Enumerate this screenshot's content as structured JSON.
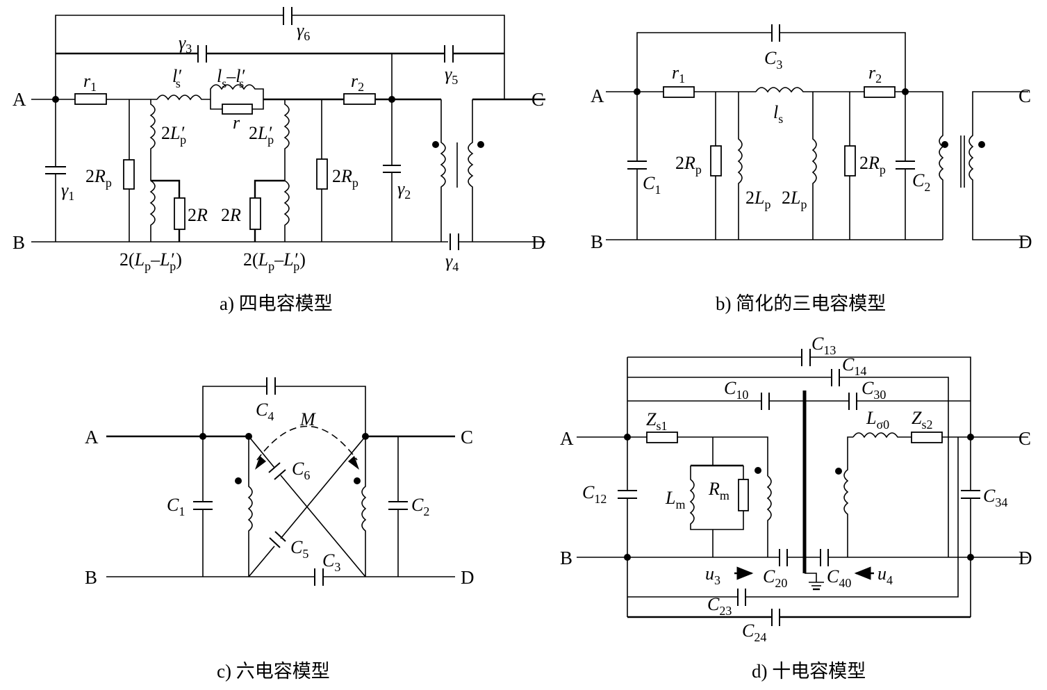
{
  "panels": {
    "a": {
      "caption": "a) 四电容模型",
      "terminals": {
        "A": "A",
        "B": "B",
        "C": "C",
        "D": "D"
      },
      "labels": {
        "gamma1": {
          "base": "γ",
          "sub": "1"
        },
        "gamma2": {
          "base": "γ",
          "sub": "2"
        },
        "gamma3": {
          "base": "γ",
          "sub": "3"
        },
        "gamma4": {
          "base": "γ",
          "sub": "4"
        },
        "gamma5": {
          "base": "γ",
          "sub": "5"
        },
        "gamma6": {
          "base": "γ",
          "sub": "6"
        },
        "r1": {
          "base": "r",
          "sub": "1"
        },
        "r2": {
          "base": "r",
          "sub": "2"
        },
        "r": "r",
        "ls_prime": {
          "base": "l′",
          "sub": "s"
        },
        "ls_minus": {
          "a": "l",
          "asub": "s",
          "dash": "–",
          "b": "l′",
          "bsub": "s"
        },
        "Lp_prime_left": {
          "pre": "2",
          "base": "L′",
          "sub": "p"
        },
        "Lp_prime_right": {
          "pre": "2",
          "base": "L′",
          "sub": "p"
        },
        "Rp_left": {
          "pre": "2",
          "base": "R",
          "sub": "p"
        },
        "Rp_right": {
          "pre": "2",
          "base": "R",
          "sub": "p"
        },
        "R_left": {
          "pre": "2",
          "base": "R"
        },
        "R_right": {
          "pre": "2",
          "base": "R"
        },
        "diff_left": {
          "pre": "2(",
          "a": "L",
          "asub": "p",
          "dash": "–",
          "b": "L′",
          "bsub": "p",
          "post": ")"
        },
        "diff_right": {
          "pre": "2(",
          "a": "L",
          "asub": "p",
          "dash": "–",
          "b": "L′",
          "bsub": "p",
          "post": ")"
        }
      }
    },
    "b": {
      "caption": "b) 简化的三电容模型",
      "terminals": {
        "A": "A",
        "B": "B",
        "C": "C",
        "D": "D"
      },
      "labels": {
        "C1": {
          "base": "C",
          "sub": "1"
        },
        "C2": {
          "base": "C",
          "sub": "2"
        },
        "C3": {
          "base": "C",
          "sub": "3"
        },
        "r1": {
          "base": "r",
          "sub": "1"
        },
        "r2": {
          "base": "r",
          "sub": "2"
        },
        "ls": {
          "base": "l",
          "sub": "s"
        },
        "Rp_left": {
          "pre": "2",
          "base": "R",
          "sub": "p"
        },
        "Rp_right": {
          "pre": "2",
          "base": "R",
          "sub": "p"
        },
        "Lp_left": {
          "pre": "2",
          "base": "L",
          "sub": "p"
        },
        "Lp_right": {
          "pre": "2",
          "base": "L",
          "sub": "p"
        }
      }
    },
    "c": {
      "caption": "c) 六电容模型",
      "terminals": {
        "A": "A",
        "B": "B",
        "C": "C",
        "D": "D"
      },
      "labels": {
        "C1": {
          "base": "C",
          "sub": "1"
        },
        "C2": {
          "base": "C",
          "sub": "2"
        },
        "C3": {
          "base": "C",
          "sub": "3"
        },
        "C4": {
          "base": "C",
          "sub": "4"
        },
        "C5": {
          "base": "C",
          "sub": "5"
        },
        "C6": {
          "base": "C",
          "sub": "6"
        },
        "M": "M"
      }
    },
    "d": {
      "caption": "d) 十电容模型",
      "terminals": {
        "A": "A",
        "B": "B",
        "C": "C",
        "D": "D"
      },
      "labels": {
        "C10": {
          "base": "C",
          "sub": "10"
        },
        "C12": {
          "base": "C",
          "sub": "12"
        },
        "C13": {
          "base": "C",
          "sub": "13"
        },
        "C14": {
          "base": "C",
          "sub": "14"
        },
        "C20": {
          "base": "C",
          "sub": "20"
        },
        "C23": {
          "base": "C",
          "sub": "23"
        },
        "C24": {
          "base": "C",
          "sub": "24"
        },
        "C30": {
          "base": "C",
          "sub": "30"
        },
        "C34": {
          "base": "C",
          "sub": "34"
        },
        "C40": {
          "base": "C",
          "sub": "40"
        },
        "Zs1": {
          "base": "Z",
          "sub": "s1"
        },
        "Zs2": {
          "base": "Z",
          "sub": "s2"
        },
        "Lsigma0": {
          "base": "L",
          "sub": "σ0"
        },
        "Lm": {
          "base": "L",
          "sub": "m"
        },
        "Rm": {
          "base": "R",
          "sub": "m"
        },
        "u3": {
          "base": "u",
          "sub": "3"
        },
        "u4": {
          "base": "u",
          "sub": "4"
        }
      }
    }
  }
}
